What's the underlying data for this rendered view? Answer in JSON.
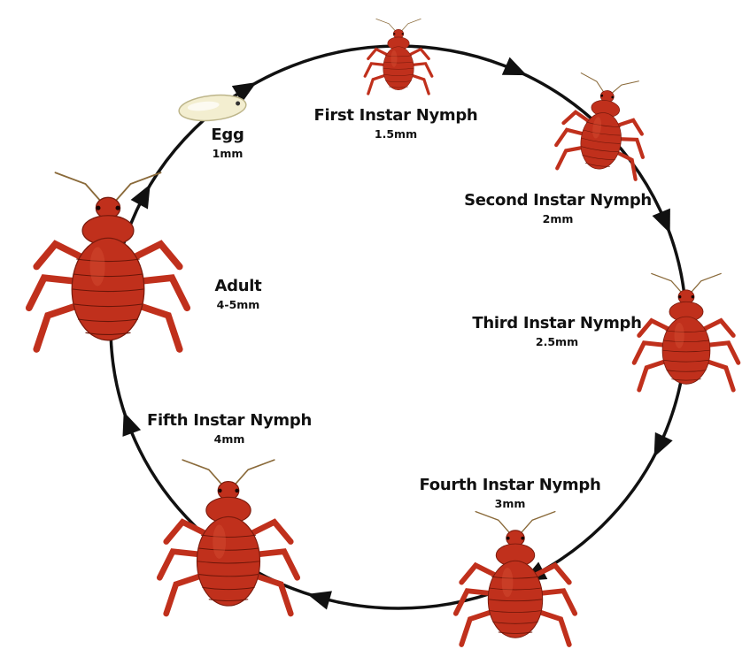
{
  "colors": {
    "bug_body": "#c0301c",
    "bug_dark": "#7a1a0c",
    "bug_light": "#d9553a",
    "cycle_line": "#111111",
    "egg": "#f3eed0",
    "background": "#ffffff"
  },
  "stages": [
    {
      "id": "egg",
      "name": "Egg",
      "size": "1mm"
    },
    {
      "id": "first",
      "name": "First Instar Nymph",
      "size": "1.5mm"
    },
    {
      "id": "second",
      "name": "Second Instar Nymph",
      "size": "2mm"
    },
    {
      "id": "third",
      "name": "Third Instar Nymph",
      "size": "2.5mm"
    },
    {
      "id": "fourth",
      "name": "Fourth Instar Nymph",
      "size": "3mm"
    },
    {
      "id": "fifth",
      "name": "Fifth Instar Nymph",
      "size": "4mm"
    },
    {
      "id": "adult",
      "name": "Adult",
      "size": "4-5mm"
    }
  ],
  "icons": {
    "egg": "egg-icon",
    "nymph": "bed-bug-nymph-icon",
    "adult": "bed-bug-adult-icon",
    "arrow": "cycle-arrow-icon"
  }
}
